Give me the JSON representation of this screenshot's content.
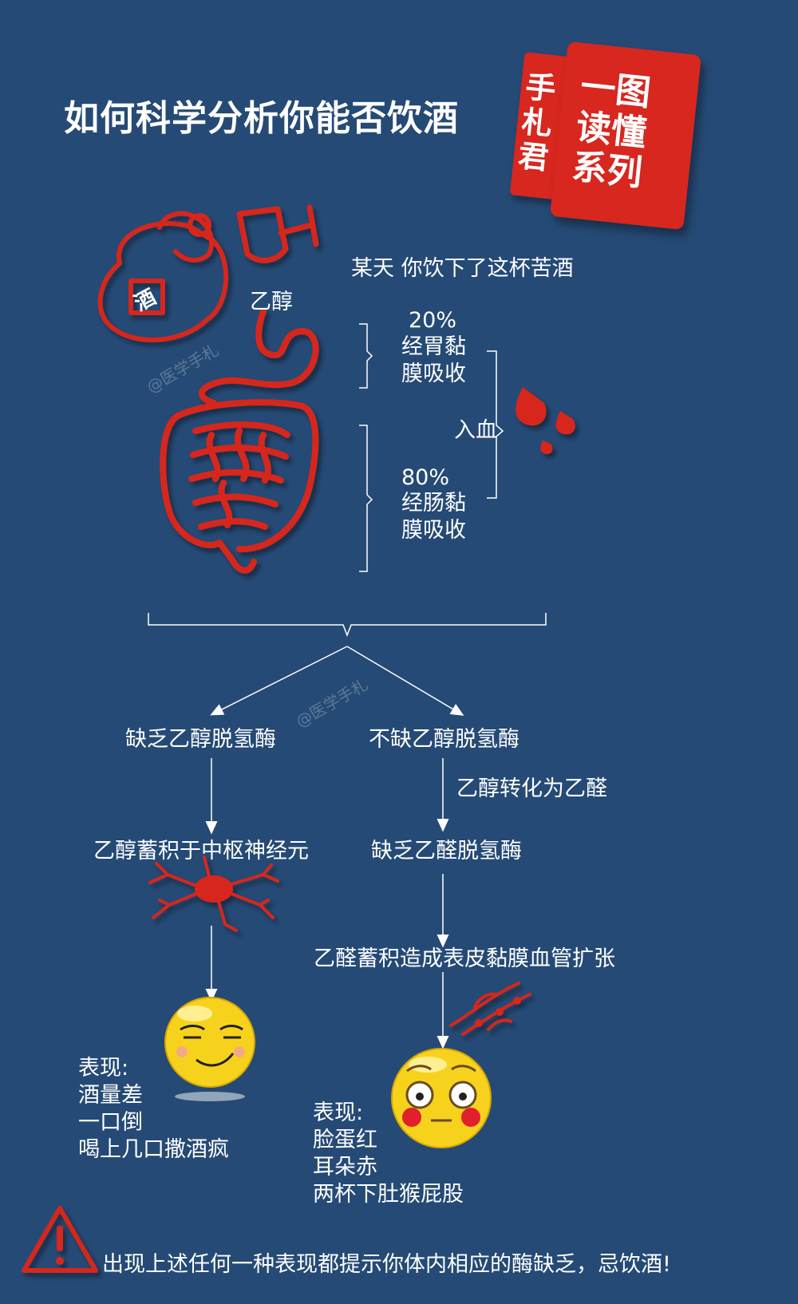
{
  "title": "如何科学分析你能否饮酒",
  "badge": {
    "left": "手\n札\n君",
    "right": "一图\n读懂\n系列"
  },
  "wine_label": "酒",
  "ethanol_label": "乙醇",
  "intro": "某天 你饮下了这杯苦酒",
  "stomach": {
    "percent": "20%",
    "text": "经胃黏\n膜吸收"
  },
  "intestine": {
    "percent": "80%",
    "text": "经肠黏\n膜吸收"
  },
  "blood_label": "入血",
  "watermark": "@医学手札",
  "left_branch": {
    "title": "缺乏乙醇脱氢酶",
    "step": "乙醇蓄积于中枢神经元",
    "manifest_title": "表现:",
    "manifest_items": "酒量差\n一口倒\n喝上几口撒酒疯"
  },
  "right_branch": {
    "title": "不缺乙醇脱氢酶",
    "conversion": "乙醇转化为乙醛",
    "step": "缺乏乙醛脱氢酶",
    "step2": "乙醛蓄积造成表皮黏膜血管扩张",
    "manifest_title": "表现:",
    "manifest_items": "脸蛋红\n耳朵赤\n两杯下肚猴屁股"
  },
  "footer": "出现上述任何一种表现都提示你体内相应的酶缺乏，忌饮酒!",
  "colors": {
    "background": "#254a75",
    "accent": "#d7271f",
    "emoji": "#f7d21c"
  }
}
